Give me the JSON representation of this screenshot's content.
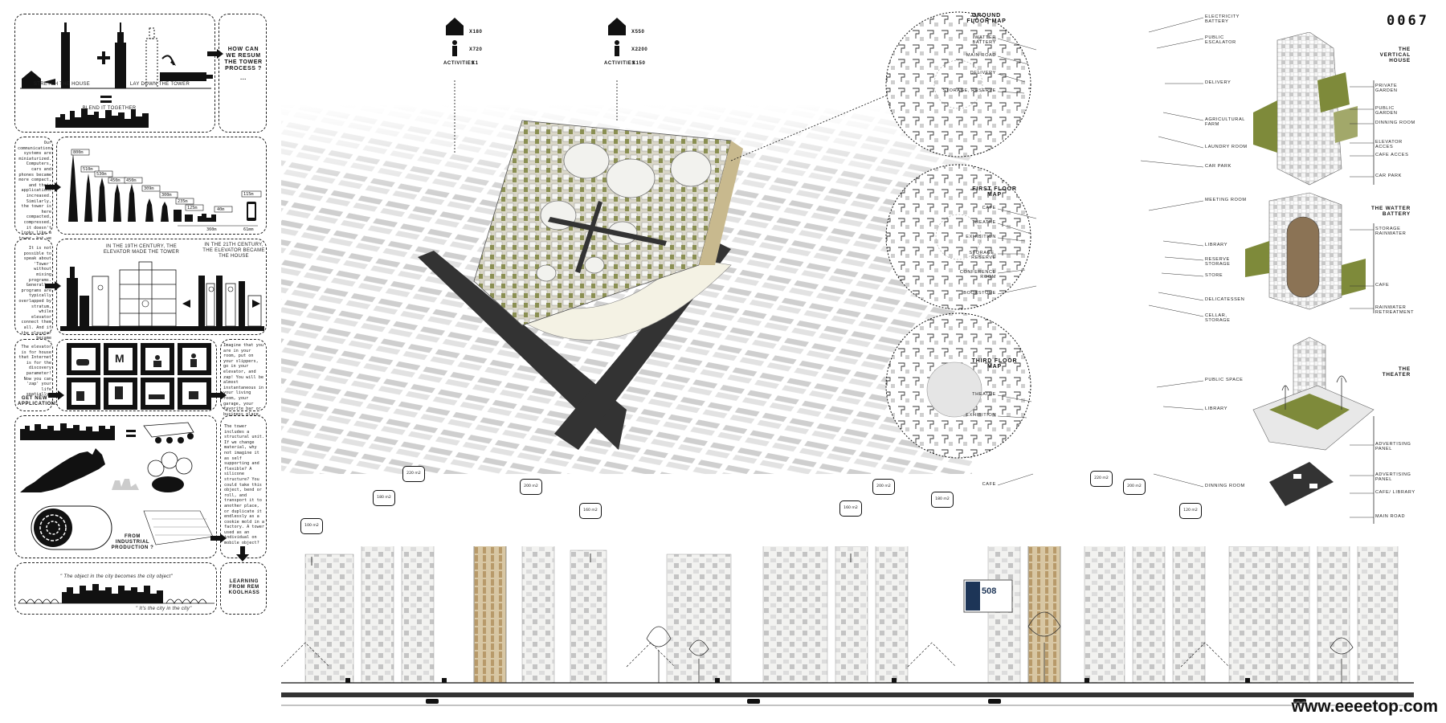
{
  "project_number": "0067",
  "watermark": "www.eeeetop.com",
  "left_column": {
    "p1": {
      "stretch_label": "STRETCH THE HOUSE",
      "laydown_label": "LAY DOWN THE TOWER",
      "blend_label": "BLEND IT TOGETHER"
    },
    "p1_question": "HOW CAN WE RESUM THE TOWER PROCESS ?",
    "p1_question_dots": "...",
    "p2_text": "Our communications systems are miniaturized. Computers, cars and phones became more compact, and their applications increased. Similarly, the tower is here compacted, compressed, it doesn't looks like a tower, but we have to feel the idea of it.",
    "heights": [
      "800m",
      "510m",
      "530m",
      "450m",
      "450m",
      "309m",
      "300m",
      "235m",
      "125m",
      "40m",
      "115m",
      "360m",
      "61mm"
    ],
    "p3_text": "It is not possible to speak about 'Tower' without mixing programs. Generally, programs are typically overlapped by stratum, while elevator connect them all. And if the elevator became homeless? Programs being served by them?",
    "p3_left_caption": "IN THE 19TH CENTURY, THE ELEVATOR MADE THE TOWER",
    "p3_right_caption": "IN THE 21TH CENTURY, THE ELEVATOR BECAME THE HOUSE",
    "p4_left_text": "The elevator is for house that Internet is for the discovery parameter! Now you can 'zap' your life spatially.",
    "p4_left_title": "GET NEW APPLICATIONS!",
    "p4_right_text": "Imagine that you are in your room, put on your slippers, go in your elevator, and zap! You will be almost instantaneous in your living room, your garage, your favorite bar or business place, the park where you go jogging!",
    "p5_caption": "FROM INDUSTRIAL PRODUCTION ?",
    "p5_right_text": "The tower includes a structural unit. If we change material, why not imagine it as self supporting and flexible? A silicone structure? You could take this object, bend or roll, and transport it to another place, or duplicate it endlessly as a cookie mold in a factory. A tower used as an individual on mobile object?",
    "p6_quote1": "\" The object in the city becomes the city object\"",
    "p6_quote2": "\" It's the city in the city\"",
    "p6_title": "LEARNING FROM REM KOOLHASS"
  },
  "aerial": {
    "stat1": {
      "houses": "X180",
      "people": "X720",
      "activities_label": "ACTIVITIES",
      "activities": "X1"
    },
    "stat2": {
      "houses": "X550",
      "people": "X2200",
      "activities_label": "ACTIVITIES",
      "activities": "X150"
    }
  },
  "floor_plans": {
    "ground": {
      "title": "GROUND FLOOR MAP",
      "left": [
        "WATTER BATTERY",
        "MAIN ROAD",
        "DELIVERY",
        "STORAGE, RESERVE"
      ],
      "right": [
        "ELECTRICITY BATTERY",
        "PUBLIC ESCALATOR",
        "DELIVERY",
        "AGRICULTURAL FARM",
        "LAUNDRY ROOM",
        "CAR PARK"
      ]
    },
    "first": {
      "title": "FIRST FLOOR MAP",
      "left": [
        "CAFE",
        "THEATRE",
        "EXHIBITION",
        "STORAGE, RESERVE",
        "CONFERENCE ROOM",
        "BOOKSTORE"
      ],
      "right": [
        "MEETING ROOM",
        "LIBRARY",
        "RESERVE STORAGE",
        "STORE",
        "DELICATESSEN",
        "CELLAR, STORAGE"
      ]
    },
    "third": {
      "title": "THIRD FLOOR MAP",
      "left": [
        "THEATRE",
        "EXHIBITION",
        "CAFE"
      ],
      "right": [
        "PUBLIC SPACE",
        "LIBRARY",
        "DINNING ROOM"
      ]
    }
  },
  "axos": {
    "vertical_house": {
      "title": "THE VERTICAL HOUSE",
      "labels": [
        "PRIVATE GARDEN",
        "PUBLIC GARDEN",
        "DINNING ROOM",
        "ELEVATOR ACCES",
        "CAFE ACCES",
        "CAR PARK"
      ]
    },
    "water_battery": {
      "title": "THE WATTER BATTERY",
      "labels": [
        "STORAGE RAINWATER",
        "CAFE",
        "RAINWATER RETREATMENT"
      ]
    },
    "theater": {
      "title": "THE THEATER",
      "labels": [
        "ADVERTISING PANEL",
        "ADVERTISING PANEL",
        "CAFE/ LIBRARY",
        "MAIN ROAD"
      ]
    }
  },
  "section": {
    "tags": [
      "100 m2",
      "180 m2",
      "220 m2",
      "200 m2",
      "160 m2",
      "160 m2",
      "200 m2",
      "180 m2",
      "220 m2",
      "200 m2",
      "120 m2"
    ],
    "sign": "508"
  }
}
